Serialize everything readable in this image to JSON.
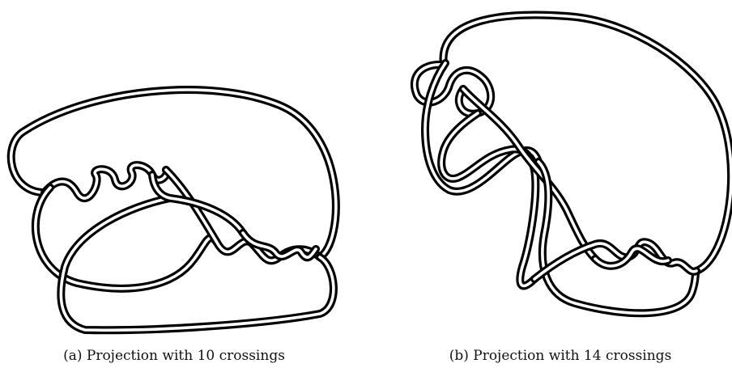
{
  "figures": [
    {
      "id": "a",
      "caption": "(a) Projection with 10 crossings",
      "crossings": 10
    },
    {
      "id": "b",
      "caption": "(b) Projection with 14 crossings",
      "crossings": 14
    }
  ]
}
